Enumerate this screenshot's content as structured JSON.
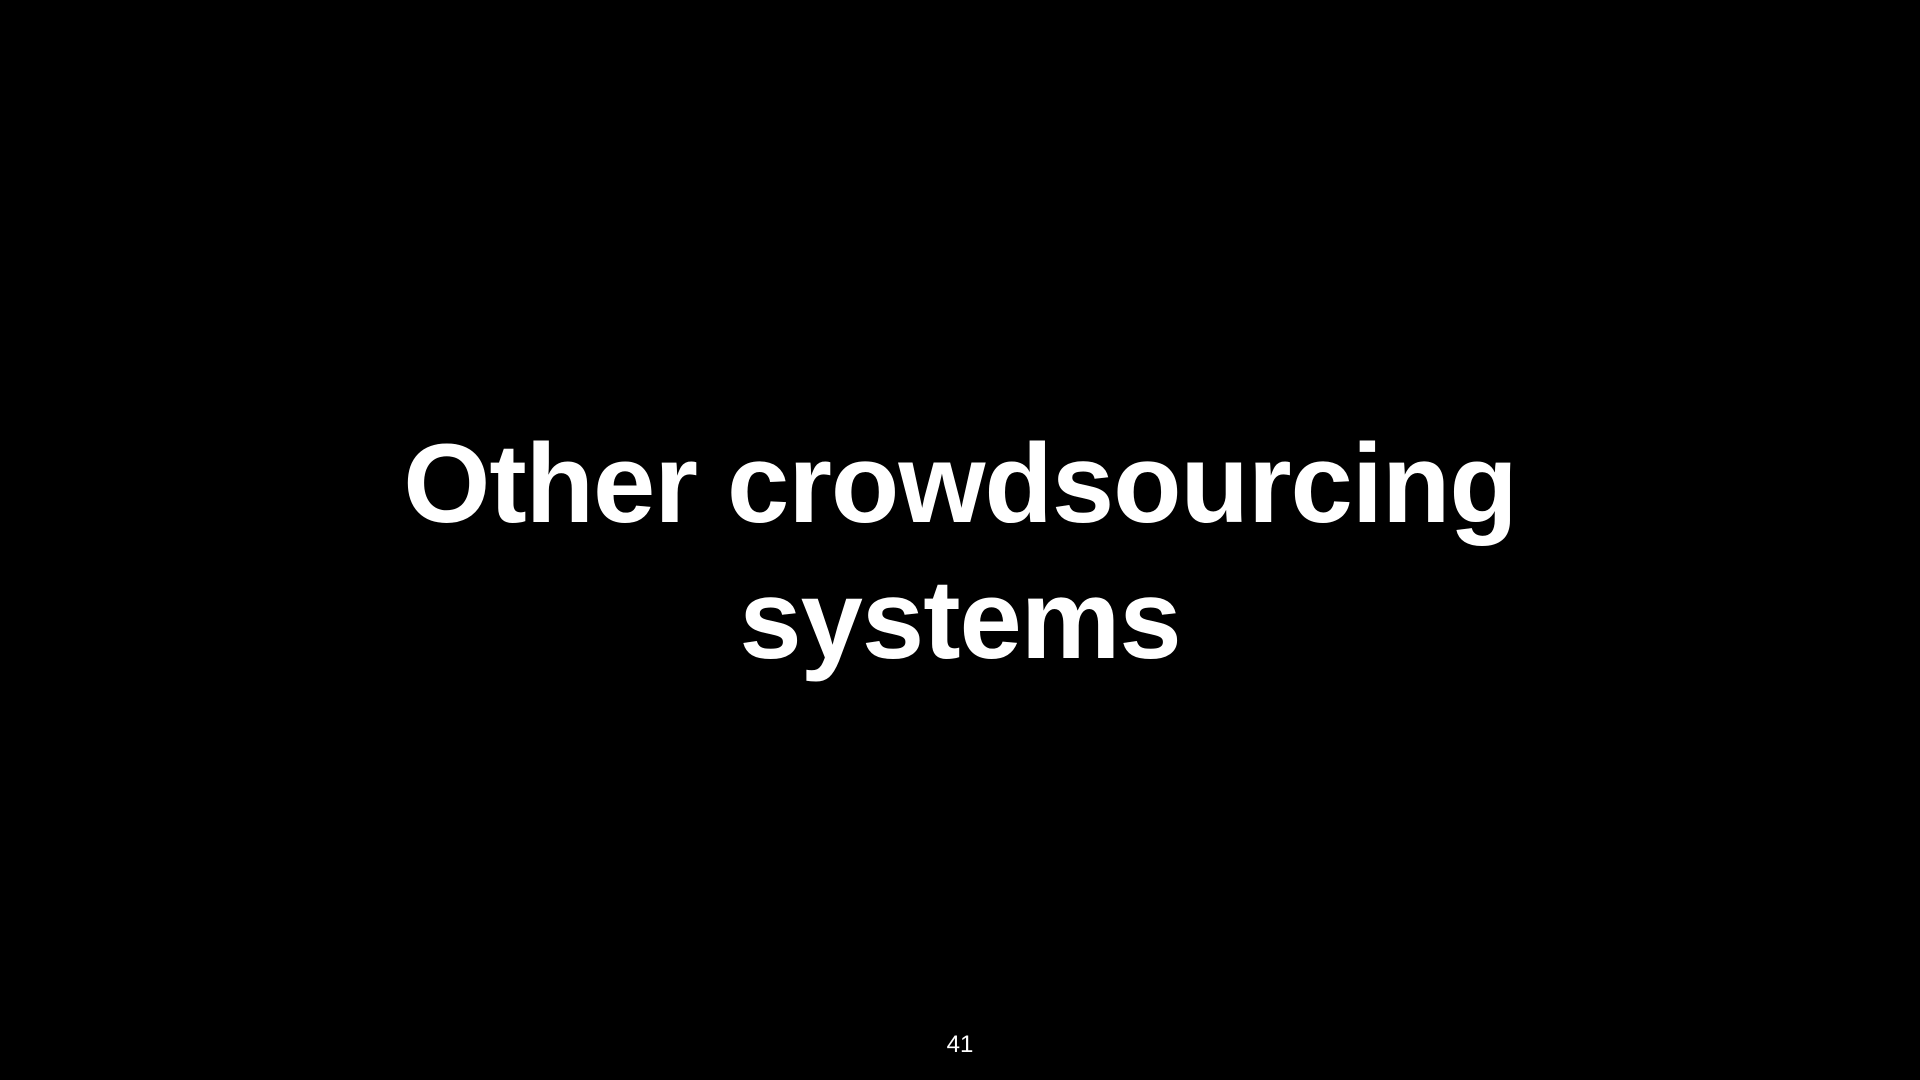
{
  "slide": {
    "background_color": "#000000",
    "text_color": "#ffffff",
    "title_lines": [
      "Other crowdsourcing",
      "systems"
    ],
    "page_number": "41"
  }
}
